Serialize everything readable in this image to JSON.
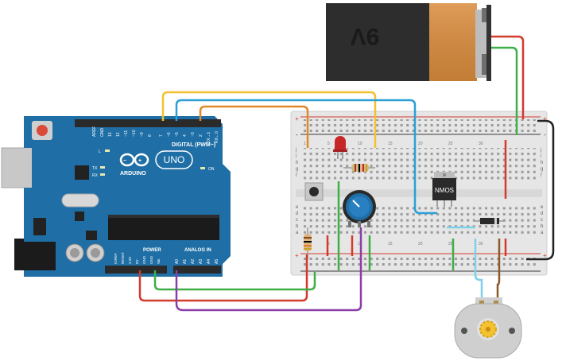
{
  "battery": {
    "label": "9V"
  },
  "arduino": {
    "brand": "ARDUINO",
    "model": "UNO",
    "digital_label": "DIGITAL (PWM~)",
    "power_label": "POWER",
    "analog_label": "ANALOG IN",
    "on_label": "ON",
    "led_labels": {
      "l": "L",
      "tx": "TX",
      "rx": "RX"
    },
    "digital_pins": [
      "AREF",
      "GND",
      "13",
      "12",
      "~11",
      "~10",
      "~9",
      "8",
      "7",
      "~6",
      "~5",
      "4",
      "~3",
      "2",
      "TX→1",
      "RX←0"
    ],
    "power_pins": [
      "IOREF",
      "RESET",
      "3.3V",
      "5V",
      "GND",
      "GND",
      "Vin"
    ],
    "analog_pins": [
      "A0",
      "A1",
      "A2",
      "A3",
      "A4",
      "A5"
    ]
  },
  "breadboard": {
    "rows_top": [
      "j",
      "i",
      "h",
      "g",
      "f"
    ],
    "rows_bottom": [
      "e",
      "d",
      "c",
      "b",
      "a"
    ],
    "columns": [
      "1",
      "5",
      "10",
      "15",
      "20",
      "25",
      "30"
    ]
  },
  "transistor": {
    "label": "NMOS"
  },
  "colors": {
    "wire_yellow": "#f2c230",
    "wire_blue": "#2b9fd6",
    "wire_orange": "#e0892b",
    "wire_red": "#d33a2c",
    "wire_green": "#3fae49",
    "wire_purple": "#8a3fa8",
    "wire_black": "#222222",
    "wire_lightblue": "#7fd0ea",
    "wire_brown": "#8b5a2b",
    "board_blue": "#1f6fa6",
    "battery_orange": "#d98b3c"
  }
}
